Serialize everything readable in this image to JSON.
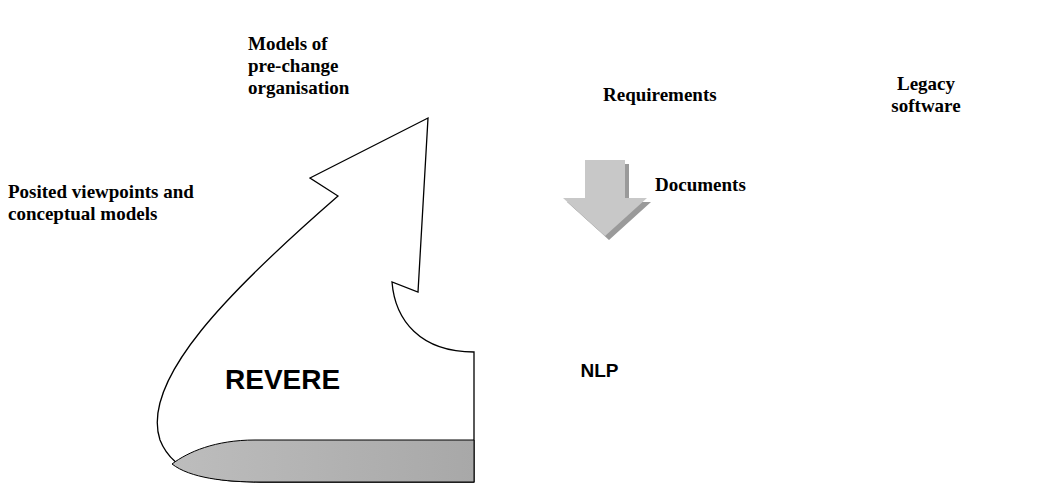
{
  "diagram": {
    "nodes": [
      {
        "text": [
          "Models of pre-change organisation"
        ]
      },
      {
        "text": [
          "NLP"
        ]
      }
    ],
    "edges": [
      {
        "from": 0,
        "to": 1,
        "arrow": "to",
        "label": "Documents"
      },
      {
        "from": 1,
        "to": 0,
        "arrow": "to",
        "label": "REVERE"
      }
    ],
    "labels": [
      "Legacy software",
      "Requirements",
      "Posited viewpoints and conceptual models"
    ]
  }
}
